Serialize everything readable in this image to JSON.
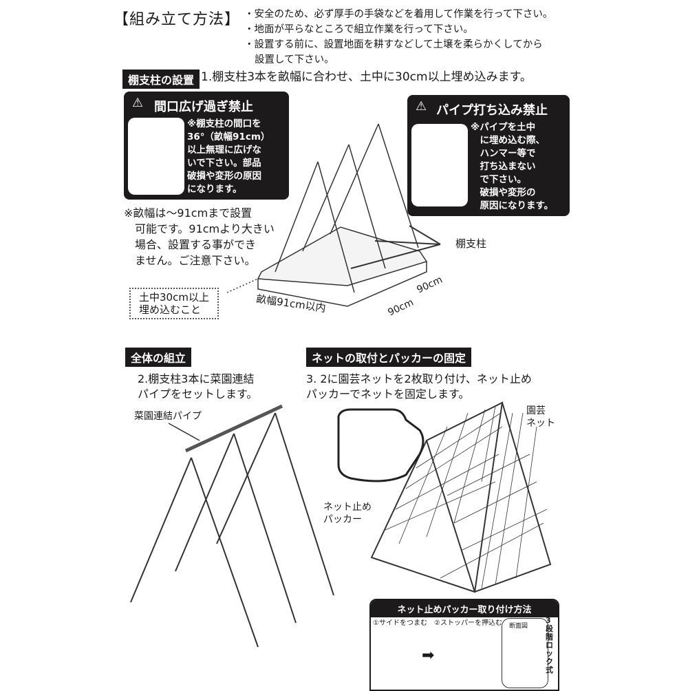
{
  "header": {
    "title": "【組み立て方法】",
    "notes": [
      "・安全のため、必ず厚手の手袋などを着用して作業を行って下さい。",
      "・地面が平らなところで組立作業を行って下さい。",
      "・設置する前に、設置地面を耕すなどして土壌を柔らかくしてから",
      "設置して下さい。"
    ]
  },
  "step1": {
    "tag": "棚支柱の設置",
    "text": "1.棚支柱3本を畝幅に合わせ、土中に30cm以上埋め込みます。",
    "warn_left": {
      "title": "間口広げ過ぎ禁止",
      "body": "※棚支柱の間口を\n36°（畝幅91cm）\n以上無理に広げな\nいで下さい。部品\n破損や変形の原因\nになります。"
    },
    "warn_right": {
      "title": "パイプ打ち込み禁止",
      "body": "※パイプを土中\n　に埋め込む際、\n　ハンマー等で\n　打ち込まない\n　で下さい。\n　破損や変形の\n　原因になります。"
    },
    "width_note": "※畝幅は～91cmまで設置\n　可能です。91cmより大きい\n　場合、設置する事ができ\n　ません。ご注意下さい。",
    "bury_note": "土中30cm以上\n埋め込むこと",
    "pole_label": "棚支柱",
    "dim_width": "畝幅91cm以内",
    "dim_a": "90cm",
    "dim_b": "90cm"
  },
  "step2": {
    "tag": "全体の組立",
    "text": "2.棚支柱3本に菜園連結\nパイプをセットします。",
    "pipe_label": "菜園連結パイプ"
  },
  "step3": {
    "tag": "ネットの取付とパッカーの固定",
    "text": "3. 2に園芸ネットを2枚取り付け、ネット止め\nパッカーでネットを固定します。",
    "net_label": "園芸\nネット",
    "packer_label": "ネット止め\nパッカー",
    "howto": {
      "title": "ネット止めパッカー取り付け方法",
      "s1": "①サイドをつまむ",
      "s2": "②ストッパーを押込む",
      "section": "断面図",
      "lock": "3\n段\n階\nロ\nッ\nク\n式"
    }
  }
}
